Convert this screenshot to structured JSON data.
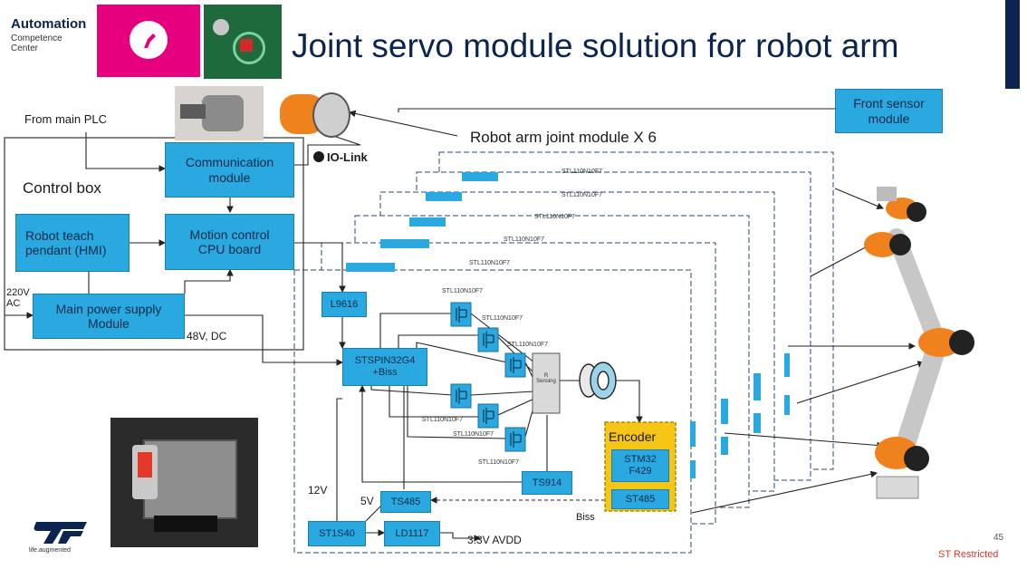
{
  "header": {
    "title": "Joint servo module solution for robot arm",
    "brand_line1": "Automation",
    "brand_line2": "Competence",
    "brand_line3": "Center"
  },
  "left": {
    "from_main_plc": "From main PLC",
    "control_box": "Control box",
    "communication_module": "Communication module",
    "motion_control": "Motion control CPU board",
    "teach_pendant": "Robot teach pendant (HMI)",
    "power_supply": "Main power supply Module",
    "ac_in": "220V AC",
    "dc_out": "48V, DC",
    "io_link": "IO-Link"
  },
  "right": {
    "joint_module_label": "Robot arm joint module X 6",
    "front_sensor": "Front sensor module"
  },
  "board": {
    "l9616": "L9616",
    "driver": "STSPIN32G4 +Biss",
    "fet_1": "STL110N10F7",
    "fet_2": "STL110N10F7",
    "fet_3": "STL110N10F7",
    "fet_4": "STL110N10F7",
    "fet_5": "STL110N10F7",
    "fet_6": "STL110N10F7",
    "layer_1": "STL110N10F7",
    "layer_2": "STL110N10F7",
    "layer_3": "STL110N10F7",
    "layer_4": "STL110N10F7",
    "layer_5": "STL110N10F7",
    "encoder": "Encoder",
    "stm32": "STM32 F429",
    "st485_enc": "ST485",
    "ts914": "TS914",
    "ts485": "TS485",
    "st1s40": "ST1S40",
    "ld1117": "LD1117",
    "v12": "12V",
    "v5": "5V",
    "v33": "3.3V AVDD",
    "biss": "Biss",
    "sensing": "R Sensing"
  },
  "footer": {
    "page_number": "45",
    "classification": "ST Restricted",
    "logo_caption": "life.augmented"
  },
  "colors": {
    "block_blue": "#29a9e0",
    "encoder_yellow": "#f5c518",
    "title_navy": "#0b2550",
    "brand_magenta": "#e6007e",
    "restricted_red": "#e2342b"
  }
}
